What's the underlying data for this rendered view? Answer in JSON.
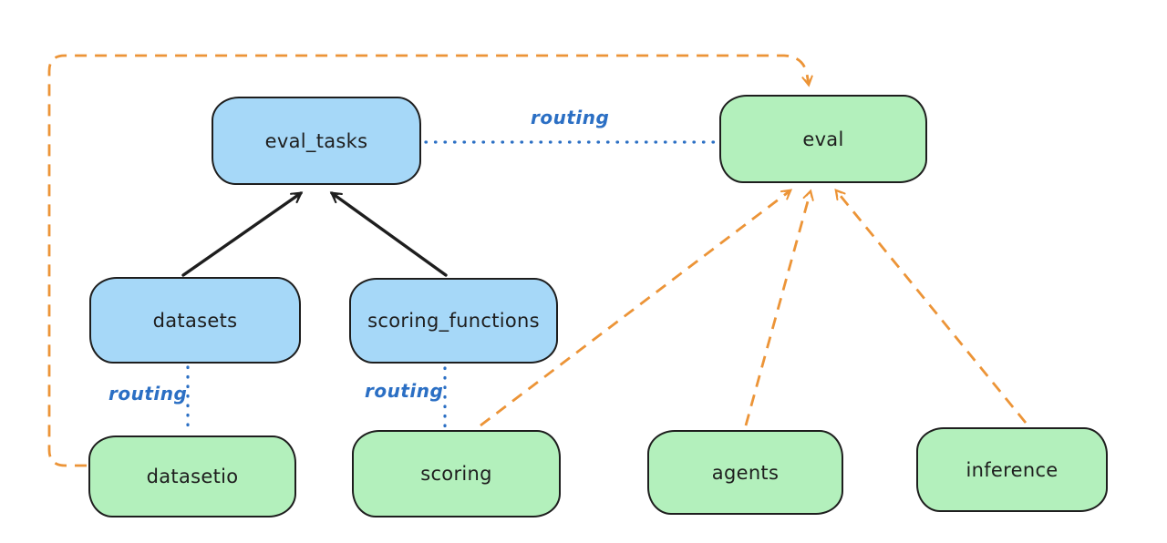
{
  "diagram": {
    "nodes": [
      {
        "id": "eval_tasks",
        "label": "eval_tasks",
        "color": "blue"
      },
      {
        "id": "eval",
        "label": "eval",
        "color": "green"
      },
      {
        "id": "datasets",
        "label": "datasets",
        "color": "blue"
      },
      {
        "id": "scoring_functions",
        "label": "scoring_functions",
        "color": "blue"
      },
      {
        "id": "datasetio",
        "label": "datasetio",
        "color": "green"
      },
      {
        "id": "scoring",
        "label": "scoring",
        "color": "green"
      },
      {
        "id": "agents",
        "label": "agents",
        "color": "green"
      },
      {
        "id": "inference",
        "label": "inference",
        "color": "green"
      }
    ],
    "edges": [
      {
        "from": "datasets",
        "to": "eval_tasks",
        "style": "solid-black-arrow",
        "label": ""
      },
      {
        "from": "scoring_functions",
        "to": "eval_tasks",
        "style": "solid-black-arrow",
        "label": ""
      },
      {
        "from": "eval_tasks",
        "to": "eval",
        "style": "dotted-blue",
        "label": "routing"
      },
      {
        "from": "datasets",
        "to": "datasetio",
        "style": "dotted-blue",
        "label": "routing"
      },
      {
        "from": "scoring_functions",
        "to": "scoring",
        "style": "dotted-blue",
        "label": "routing"
      },
      {
        "from": "datasetio",
        "to": "eval",
        "style": "dashed-orange-arrow",
        "label": ""
      },
      {
        "from": "scoring",
        "to": "eval",
        "style": "dashed-orange-arrow",
        "label": ""
      },
      {
        "from": "agents",
        "to": "eval",
        "style": "dashed-orange-arrow",
        "label": ""
      },
      {
        "from": "inference",
        "to": "eval",
        "style": "dashed-orange-arrow",
        "label": ""
      }
    ],
    "edge_labels": [
      {
        "id": "routing-eval-tasks-to-eval",
        "text": "routing"
      },
      {
        "id": "routing-datasets-to-datasetio",
        "text": "routing"
      },
      {
        "id": "routing-scoring-functions-to-scoring",
        "text": "routing"
      }
    ],
    "colors": {
      "background": "#ffffff",
      "blue_fill": "#a6d8f8",
      "green_fill": "#b3f0bc",
      "stroke_dark": "#1e1e1e",
      "orange": "#ec9437",
      "routing_blue": "#2b6fc4"
    }
  }
}
